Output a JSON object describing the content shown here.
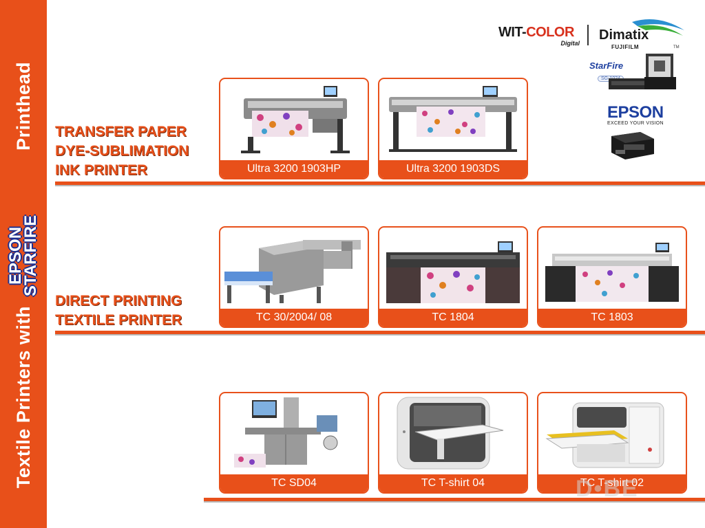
{
  "sidebar": {
    "title_before": "Textile Printers with",
    "brand_top": "EPSON",
    "brand_bottom": "STARFIRE",
    "title_after": "Printhead"
  },
  "logos": {
    "witcolor_part1": "WIT-",
    "witcolor_part2": "COLOR",
    "witcolor_sub": "Digital",
    "dimatix_name": "Dimatix",
    "dimatix_sub": "FUJIFILM",
    "dimatix_tm": "TM",
    "starfire_name": "StarFire",
    "starfire_model": "SG-1024",
    "epson_name": "EPSON",
    "epson_tagline": "EXCEED YOUR VISION"
  },
  "sections": [
    {
      "heading_lines": [
        "TRANSFER PAPER",
        "DYE-SUBLIMATION",
        "INK PRINTER"
      ],
      "products": [
        "Ultra 3200 1903HP",
        "Ultra 3200 1903DS"
      ]
    },
    {
      "heading_lines": [
        "DIRECT PRINTING",
        "TEXTILE PRINTER"
      ],
      "products": [
        "TC 30/2004/ 08",
        "TC 1804",
        "TC 1803"
      ]
    },
    {
      "heading_lines": [],
      "products": [
        "TC SD04",
        "TC T-shirt 04",
        "TC T-shirt 02"
      ]
    }
  ],
  "colors": {
    "accent": "#e8501a",
    "brand_blue": "#1d3f9f"
  },
  "icons": {
    "printer": "printer-icon",
    "printhead": "printhead-icon"
  }
}
